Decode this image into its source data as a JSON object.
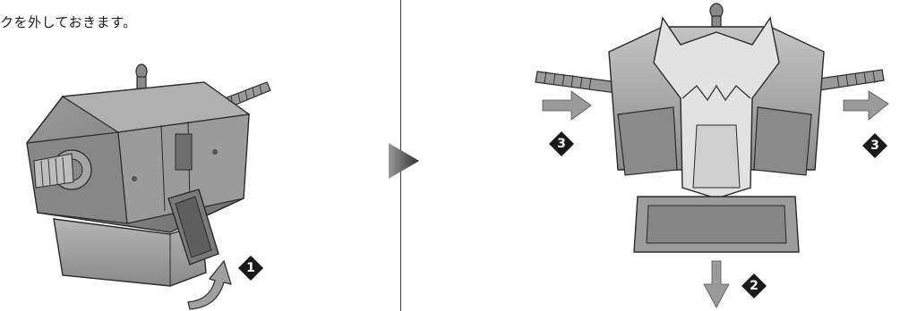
{
  "instruction": {
    "text": "クを外しておきます。"
  },
  "steps": {
    "step1": "1",
    "step2": "2",
    "step3_left": "3",
    "step3_right": "3"
  },
  "icons": {
    "next_arrow": "play-triangle-icon",
    "lift_arrow": "curved-up-arrow-icon",
    "down_arrow": "down-arrow-icon",
    "left_arrow": "left-arrow-icon",
    "right_arrow": "right-arrow-icon"
  },
  "colors": {
    "part_dark": "#8a8a8a",
    "part_mid": "#a8a8a8",
    "part_light": "#cfcfcf",
    "outline": "#2a2a2a",
    "marker": "#1a1a1a",
    "arrow": "#9a9a9a",
    "next_arrow": "#555555"
  }
}
